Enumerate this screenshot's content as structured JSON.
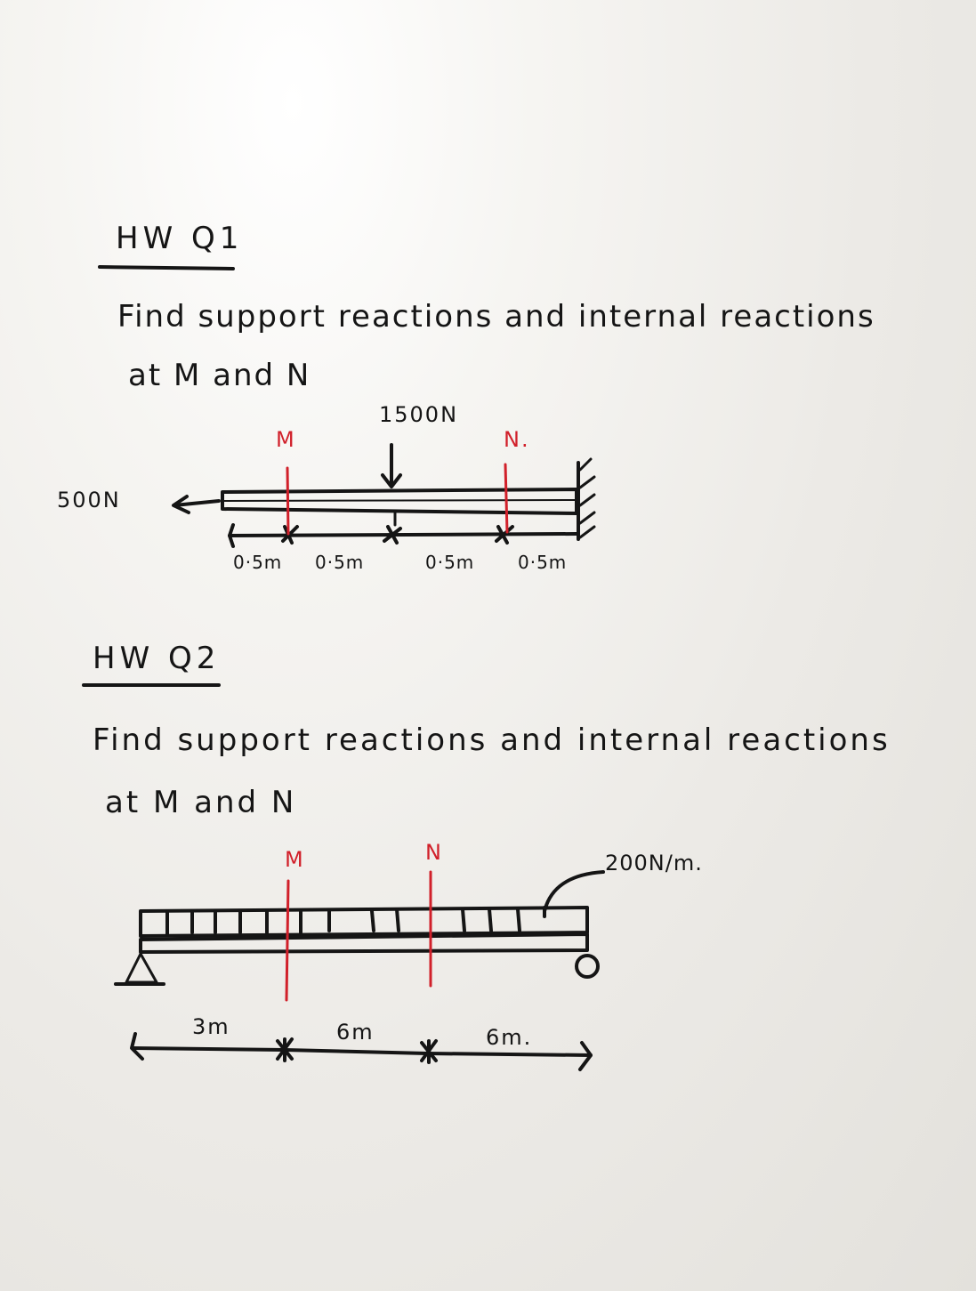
{
  "q1": {
    "title": "HW Q1",
    "prompt_line1": "Find support reactions and internal reactions",
    "prompt_line2": "at M and N",
    "load_vertical": "1500N",
    "load_horizontal": "500N",
    "section_m": "M",
    "section_n": "N.",
    "dims": [
      "0·5m",
      "0·5m",
      "0·5m",
      "0·5m"
    ]
  },
  "q2": {
    "title": "HW Q2",
    "prompt_line1": "Find support reactions and internal reactions",
    "prompt_line2": "at M and N",
    "distributed_load": "200N/m.",
    "section_m": "M",
    "section_n": "N",
    "dims": [
      "3m",
      "6m",
      "6m."
    ]
  },
  "colors": {
    "ink": "#151515",
    "section_cut": "#d1202a",
    "board": "#f2f1ee"
  }
}
